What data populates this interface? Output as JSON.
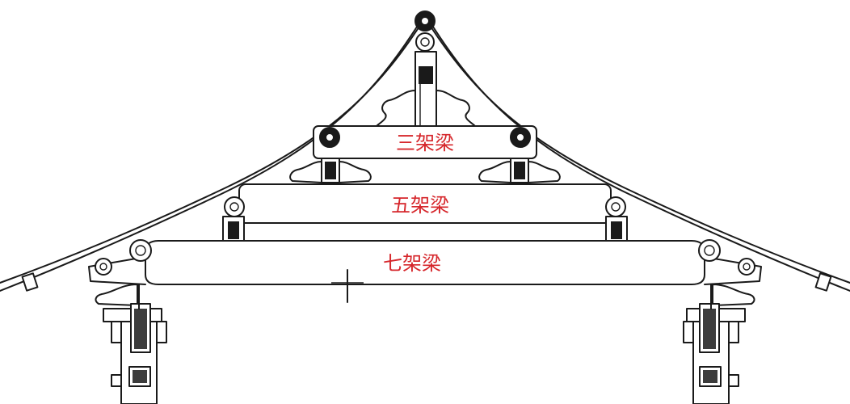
{
  "labels": {
    "beam_3": "三架梁",
    "beam_5": "五架梁",
    "beam_7": "七架梁"
  },
  "colors": {
    "label": "#d6262b",
    "ink": "#1a1a1a"
  }
}
